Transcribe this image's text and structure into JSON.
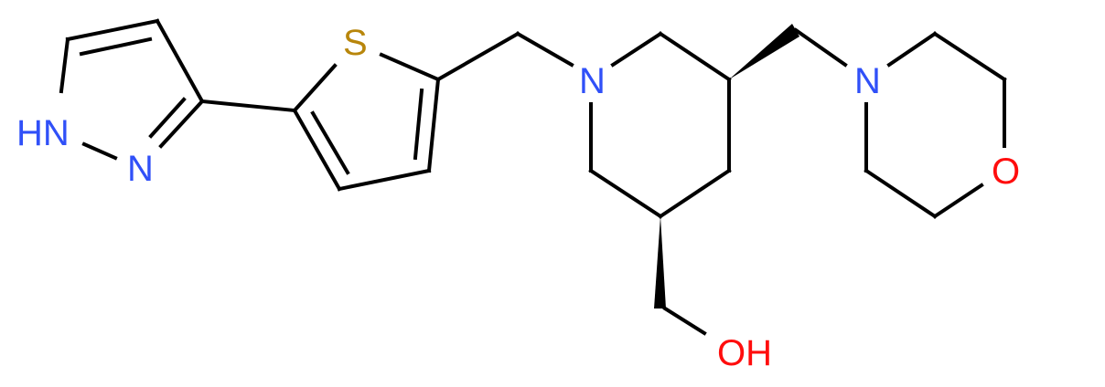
{
  "molecule": {
    "atoms": {
      "pyrazole_nh": {
        "label": "HN",
        "color": "#3050F8"
      },
      "pyrazole_n": {
        "label": "N",
        "color": "#3050F8"
      },
      "thiophene_s": {
        "label": "S",
        "color": "#B8860B"
      },
      "piperidine_n": {
        "label": "N",
        "color": "#3050F8"
      },
      "morpholine_n": {
        "label": "N",
        "color": "#3050F8"
      },
      "morpholine_o": {
        "label": "O",
        "color": "#FF0D0D"
      },
      "hydroxyl": {
        "label": "OH",
        "color": "#FF0D0D"
      }
    },
    "colors": {
      "bond": "#000000",
      "nitrogen": "#3050F8",
      "oxygen": "#FF0D0D",
      "sulfur": "#B8860B",
      "background": "#FFFFFF"
    }
  }
}
